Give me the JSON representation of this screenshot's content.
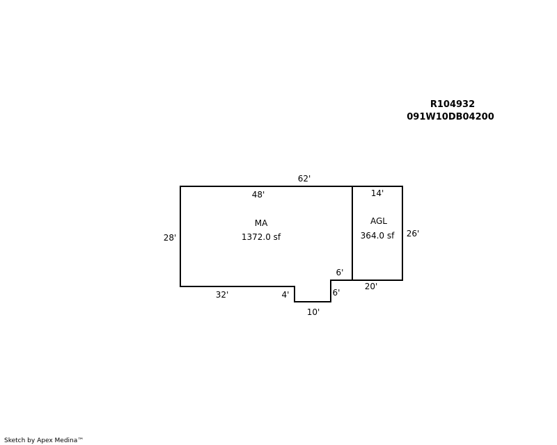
{
  "header": {
    "parcel_id": "R104932",
    "map_number": "091W10DB04200"
  },
  "areas": [
    {
      "code": "MA",
      "area": "1372.0 sf"
    },
    {
      "code": "AGL",
      "area": "364.0 sf"
    }
  ],
  "dimensions": {
    "top_overall": "62'",
    "ma_top": "48'",
    "ma_left": "28'",
    "ma_bottom": "32'",
    "notch_drop": "4'",
    "notch_bottom": "10'",
    "notch_rise": "6'",
    "step_width": "6'",
    "agl_top": "14'",
    "agl_right": "26'",
    "agl_bottom": "20'"
  },
  "footer": {
    "credit": "Sketch by Apex Medina™"
  }
}
